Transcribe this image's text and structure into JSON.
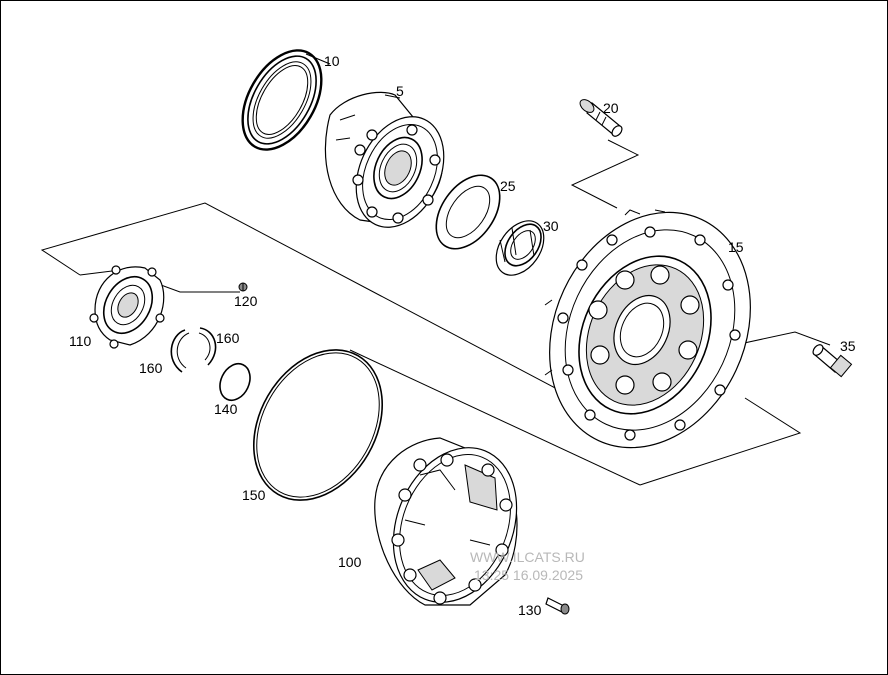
{
  "labels": {
    "p5": "5",
    "p10": "10",
    "p15": "15",
    "p20": "20",
    "p25": "25",
    "p30": "30",
    "p35": "35",
    "p100": "100",
    "p110": "110",
    "p120": "120",
    "p130": "130",
    "p140": "140",
    "p150": "150",
    "p160a": "160",
    "p160b": "160"
  },
  "watermark": {
    "site": "WWW.ILCATS.RU",
    "timestamp": "13:25 16.09.2025"
  }
}
